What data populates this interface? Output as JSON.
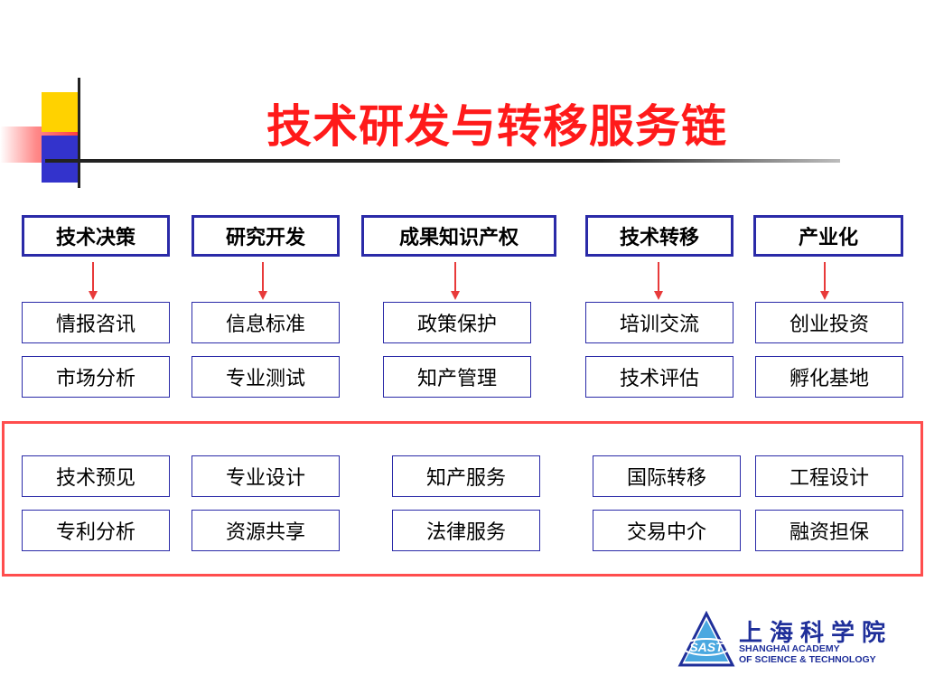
{
  "title": "技术研发与转移服务链",
  "headers": [
    "技术决策",
    "研究开发",
    "成果知识产权",
    "技术转移",
    "产业化"
  ],
  "row1": [
    "情报咨讯",
    "信息标准",
    "政策保护",
    "培训交流",
    "创业投资"
  ],
  "row2": [
    "市场分析",
    "专业测试",
    "知产管理",
    "技术评估",
    "孵化基地"
  ],
  "row3": [
    "技术预见",
    "专业设计",
    "知产服务",
    "国际转移",
    "工程设计"
  ],
  "row4": [
    "专利分析",
    "资源共享",
    "法律服务",
    "交易中介",
    "融资担保"
  ],
  "logo": {
    "abbr": "SAST",
    "cn": "上海科学院",
    "en_line1": "SHANGHAI ACADEMY",
    "en_line2": "OF SCIENCE & TECHNOLOGY"
  },
  "colors": {
    "title": "#ff1a1a",
    "box_border": "#2a2aa8",
    "frame": "#ff4d4d",
    "arrow": "#e83a3a"
  }
}
